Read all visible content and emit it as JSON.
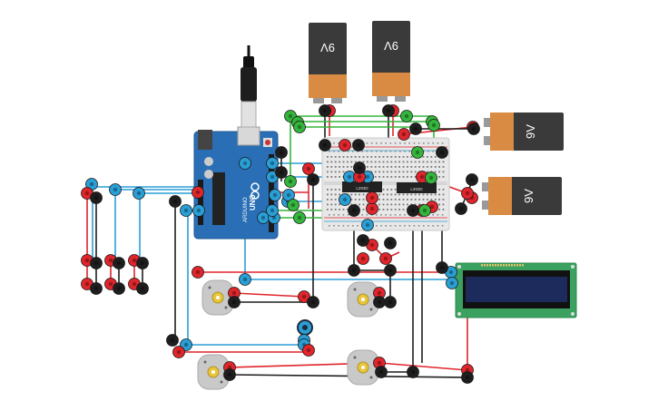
{
  "colors": {
    "background": "#ffffff",
    "wire_red": "#e0252b",
    "wire_black": "#1e1e1e",
    "wire_green": "#34b53c",
    "wire_blue": "#2a9fd6",
    "arduino_board": "#2a6fb5",
    "battery_body": "#3a3a3a",
    "battery_cap": "#d98b44",
    "lcd_pcb": "#3aa160",
    "lcd_screen": "#1c2a5c",
    "breadboard": "#e8e8e8",
    "motor": "#c9c9c9",
    "motor_hub": "#e8c63a"
  },
  "arduino": {
    "label": "UNO",
    "brand": "ARDUINO"
  },
  "batteries": [
    {
      "label": "9V",
      "orientation": "vertical"
    },
    {
      "label": "9V",
      "orientation": "vertical"
    },
    {
      "label": "9V",
      "orientation": "horizontal"
    },
    {
      "label": "9V",
      "orientation": "horizontal"
    }
  ],
  "ics": [
    {
      "label": "L293D"
    },
    {
      "label": "L293D"
    }
  ],
  "lcd": {
    "type": "16x2"
  },
  "motors": [
    {
      "id": "motor-1"
    },
    {
      "id": "motor-2"
    },
    {
      "id": "motor-3"
    },
    {
      "id": "motor-4"
    }
  ],
  "icons": [
    "usb-cable-icon",
    "potentiometer-icon",
    "dc-motor-icon",
    "battery-icon"
  ]
}
